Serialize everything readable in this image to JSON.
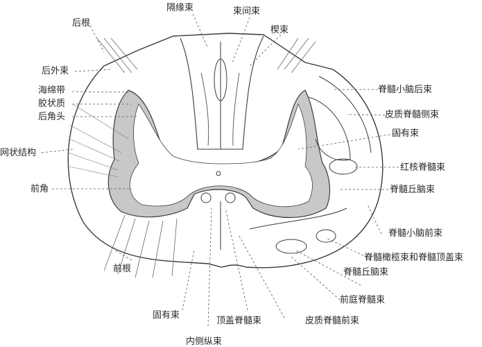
{
  "labels": {
    "posterior_root": "后根",
    "septomarginal": "隔缘束",
    "interfascicular": "束间束",
    "wedge": "楔束",
    "dorsolateral": "后外束",
    "spongy_zone": "海绵带",
    "gelatinosa": "胶状质",
    "dorsal_horn_head": "后角头",
    "reticular": "网状结构",
    "anterior_horn": "前角",
    "anterior_root": "前根",
    "proper_fasciculus_left": "固有束",
    "medial_longitudinal": "内侧纵束",
    "tectospinal": "顶盖脊髓束",
    "anterior_corticospinal": "皮质脊髓前束",
    "anterior_vestibulospinal": "前庭脊髓束",
    "spinothalamic_lower": "脊髓丘脑束",
    "spino_olivary_tectal": "脊髓橄榄束和脊髓顶盖束",
    "ventral_spinocerebellar": "脊髓小脑前束",
    "spinothalamic": "脊髓丘脑束",
    "rubrospinal": "红核脊髓束",
    "proper_fasciculus_right": "固有束",
    "lateral_corticospinal": "皮质脊髓侧束",
    "dorsal_spinocerebellar": "脊髓小脑后束"
  },
  "colors": {
    "line": "#3a3a3a",
    "gray_matter_shade": "#c8c8c8",
    "text": "#2a2a2a"
  }
}
